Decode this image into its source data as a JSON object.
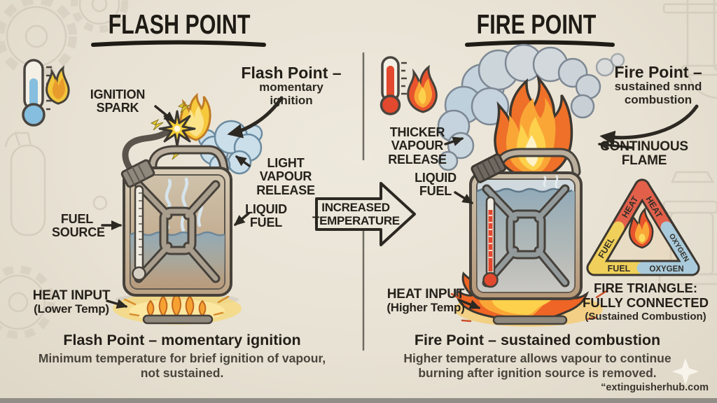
{
  "left": {
    "title": "FLASH POINT",
    "annotation": {
      "title": "Flash Point –",
      "subtitle": "momentary ignition"
    },
    "labels": {
      "ignition_spark": "IGNITION\nSPARK",
      "light_vapour_release": "LIGHT VAPOUR\nRELEASE",
      "liquid_fuel": "LIQUID\nFUEL",
      "fuel_source": "FUEL\nSOURCE",
      "heat_input": "HEAT INPUT",
      "heat_input_note": "(Lower Temp)"
    },
    "caption": {
      "title": "Flash Point – momentary ignition",
      "body": "Minimum temperature for brief ignition of vapour,\nnot sustained."
    }
  },
  "center": {
    "arrow_label": "INCREASED\nTEMPERATURE"
  },
  "right": {
    "title": "FIRE POINT",
    "annotation": {
      "title": "Fire Point –",
      "subtitle": "sustained snnd\ncombustion"
    },
    "labels": {
      "thicker_vapour_release": "THICKER\nVAPOUR\nRELEASE",
      "liquid_fuel": "LIQUID\nFUEL",
      "continuous_flame": "CONTINUOUS\nFLAME",
      "heat_input": "HEAT INPUT",
      "heat_input_note": "(Higher Temp)"
    },
    "fire_triangle": {
      "heat_left": "HEAT",
      "heat_right": "HEAT",
      "fuel_left": "FUEL",
      "fuel_bottom": "FUEL",
      "oxygen_right": "OXYGEN",
      "oxygen_bottom": "OXYGEN",
      "caption_line1": "FIRE TRIANGLE:",
      "caption_line2": "FULLY CONNECTED",
      "caption_line3": "(Sustained Combustion)"
    },
    "caption": {
      "title": "Fire Point – sustained combustion",
      "body": "Higher temperature allows vapour to continue\nburning after ignition source is removed."
    },
    "watermark": "“extinguisherhub.com"
  },
  "colors": {
    "background": "#e9e3d5",
    "ink": "#26221c",
    "flame_yellow": "#f6c93d",
    "flame_orange": "#f49a35",
    "flame_red": "#e8542e",
    "vapour_blue": "#c8dde9",
    "liquid_blue": "#93abb8",
    "triangle_red": "#e2604a",
    "triangle_yellow": "#f0d05a",
    "triangle_blue": "#a9cadb"
  }
}
